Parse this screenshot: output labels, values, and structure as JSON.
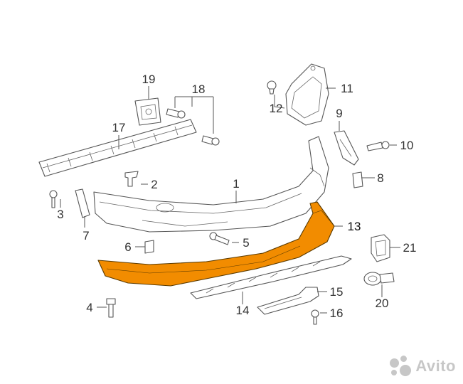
{
  "accent_color": "#F28C00",
  "callouts": {
    "c1": "1",
    "c2": "2",
    "c3": "3",
    "c4": "4",
    "c5": "5",
    "c6": "6",
    "c7": "7",
    "c8": "8",
    "c9": "9",
    "c10": "10",
    "c11": "11",
    "c12": "12",
    "c13": "13",
    "c14": "14",
    "c15": "15",
    "c16": "16",
    "c17": "17",
    "c18": "18",
    "c19": "19",
    "c20": "20",
    "c21": "21"
  },
  "watermark": {
    "text": "Avito",
    "icon": "avito-logo-icon"
  }
}
